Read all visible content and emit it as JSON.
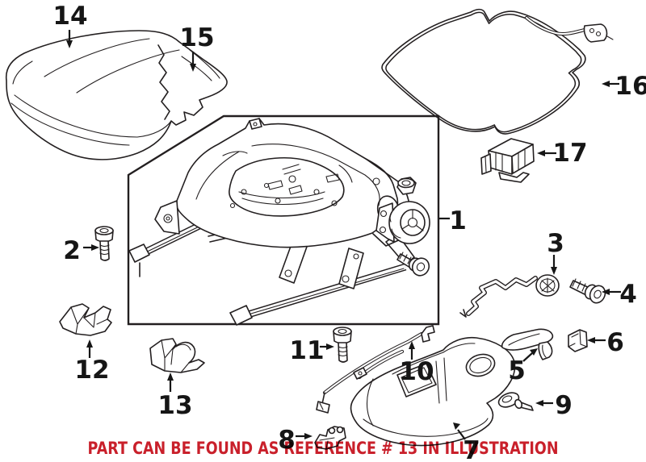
{
  "colors": {
    "line": "#231f20",
    "background": "#ffffff",
    "caption": "#c9202b"
  },
  "caption": {
    "text": "PART CAN BE FOUND AS REFERENCE # 13 IN ILLUSTRATION",
    "color": "#c9202b"
  },
  "callouts": [
    {
      "number": "1"
    },
    {
      "number": "2"
    },
    {
      "number": "3"
    },
    {
      "number": "4"
    },
    {
      "number": "5"
    },
    {
      "number": "6"
    },
    {
      "number": "7"
    },
    {
      "number": "8"
    },
    {
      "number": "9"
    },
    {
      "number": "10"
    },
    {
      "number": "11"
    },
    {
      "number": "12"
    },
    {
      "number": "13"
    },
    {
      "number": "14"
    },
    {
      "number": "15"
    },
    {
      "number": "16"
    },
    {
      "number": "17"
    }
  ]
}
